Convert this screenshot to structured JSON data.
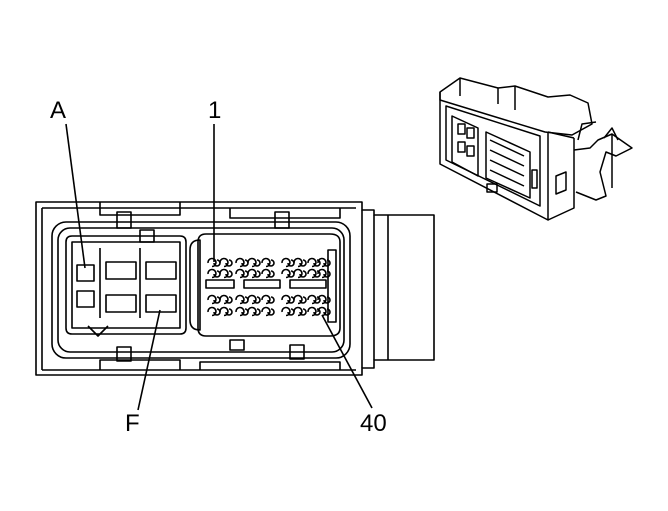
{
  "callouts": {
    "a": "A",
    "one": "1",
    "f": "F",
    "forty": "40"
  }
}
